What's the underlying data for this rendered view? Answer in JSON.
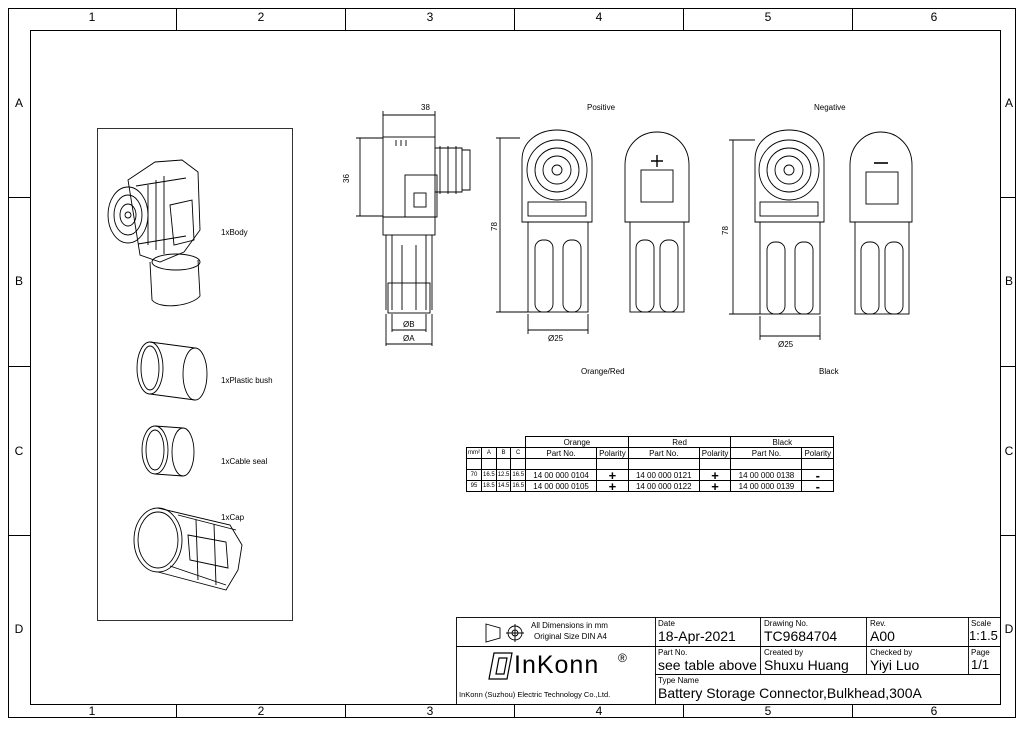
{
  "zones": {
    "columns": [
      "1",
      "2",
      "3",
      "4",
      "5",
      "6"
    ],
    "rows": [
      "A",
      "B",
      "C",
      "D"
    ]
  },
  "parts_list": {
    "body": "1xBody",
    "bush": "1xPlastic bush",
    "seal": "1xCable seal",
    "cap": "1xCap"
  },
  "views": {
    "positive": "Positive",
    "negative": "Negative",
    "orange_red": "Orange/Red",
    "black": "Black"
  },
  "dims": {
    "d38": "38",
    "d36": "36",
    "d78a": "78",
    "d78b": "78",
    "dB": "ØB",
    "dA": "ØA",
    "d25a": "Ø25",
    "d25b": "Ø25"
  },
  "table": {
    "groups": [
      "Orange",
      "Red",
      "Black"
    ],
    "headers": [
      "mm²",
      "A",
      "B",
      "C",
      "Part No.",
      "Polarity",
      "Part No.",
      "Polarity",
      "Part No.",
      "Polarity"
    ],
    "rows": [
      [
        "70",
        "16.5",
        "12.5",
        "16.5",
        "14 00 000 0104",
        "+",
        "14 00 000 0121",
        "+",
        "14 00 000 0138",
        "-"
      ],
      [
        "95",
        "18.5",
        "14.5",
        "16.5",
        "14 00 000 0105",
        "+",
        "14 00 000 0122",
        "+",
        "14 00 000 0139",
        "-"
      ]
    ]
  },
  "title_block": {
    "dimensions_note": "All Dimensions in mm",
    "original_size": "Original Size DIN A4",
    "company_logo": "InKonn",
    "company_name": "InKonn (Suzhou) Electric Technology Co.,Ltd.",
    "date_label": "Date",
    "date_value": "18-Apr-2021",
    "drawing_no_label": "Drawing No.",
    "drawing_no_value": "TC9684704",
    "rev_label": "Rev.",
    "rev_value": "A00",
    "scale_label": "Scale",
    "scale_value": "1:1.5",
    "part_no_label": "Part No.",
    "part_no_value": "see table above",
    "created_by_label": "Created by",
    "created_by_value": "Shuxu Huang",
    "checked_by_label": "Checked by",
    "checked_by_value": "Yiyi Luo",
    "page_label": "Page",
    "page_value": "1/1",
    "type_name_label": "Type Name",
    "type_name_value": "Battery Storage Connector,Bulkhead,300A"
  }
}
